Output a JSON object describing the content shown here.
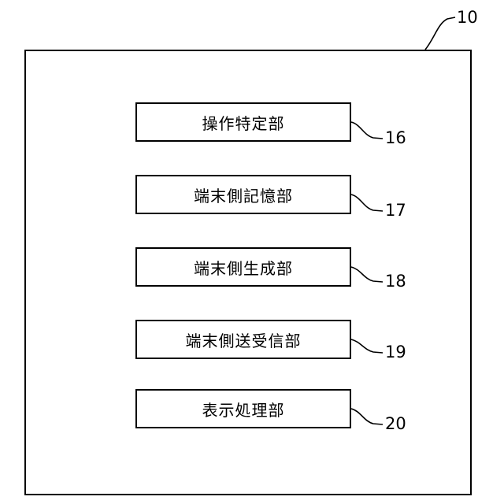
{
  "device": {
    "ref": "10"
  },
  "blocks": [
    {
      "label": "操作特定部",
      "ref": "16"
    },
    {
      "label": "端末側記憶部",
      "ref": "17"
    },
    {
      "label": "端末側生成部",
      "ref": "18"
    },
    {
      "label": "端末側送受信部",
      "ref": "19"
    },
    {
      "label": "表示処理部",
      "ref": "20"
    }
  ]
}
